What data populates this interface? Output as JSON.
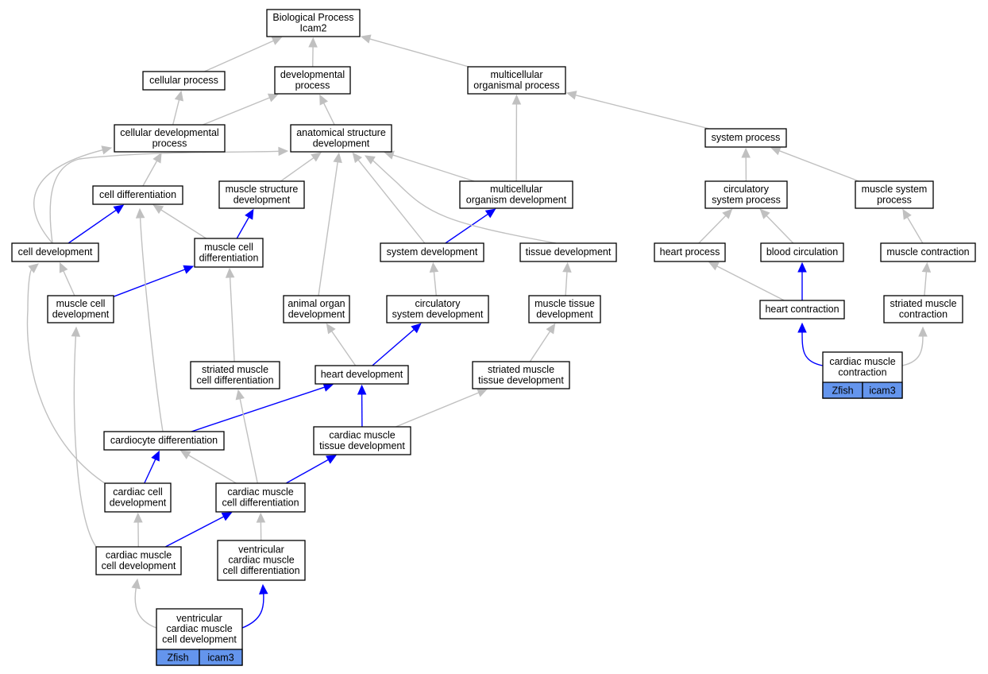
{
  "colors": {
    "edge_gray": "#c0c0c0",
    "edge_blue": "#0000ff",
    "tag_fill": "#6495ed",
    "node_border": "#000000"
  },
  "nodes": {
    "bp": {
      "lines": [
        "Biological Process",
        "Icam2"
      ]
    },
    "cellular_process": {
      "lines": [
        "cellular process"
      ]
    },
    "developmental_process": {
      "lines": [
        "developmental",
        "process"
      ]
    },
    "multicellular_organismal_process": {
      "lines": [
        "multicellular",
        "organismal process"
      ]
    },
    "cellular_developmental_process": {
      "lines": [
        "cellular developmental",
        "process"
      ]
    },
    "anatomical_structure_development": {
      "lines": [
        "anatomical structure",
        "development"
      ]
    },
    "system_process": {
      "lines": [
        "system process"
      ]
    },
    "cell_differentiation": {
      "lines": [
        "cell differentiation"
      ]
    },
    "muscle_structure_development": {
      "lines": [
        "muscle structure",
        "development"
      ]
    },
    "multicellular_organism_development": {
      "lines": [
        "multicellular",
        "organism development"
      ]
    },
    "circulatory_system_process": {
      "lines": [
        "circulatory",
        "system process"
      ]
    },
    "muscle_system_process": {
      "lines": [
        "muscle system",
        "process"
      ]
    },
    "cell_development": {
      "lines": [
        "cell development"
      ]
    },
    "muscle_cell_differentiation": {
      "lines": [
        "muscle cell",
        "differentiation"
      ]
    },
    "system_development": {
      "lines": [
        "system development"
      ]
    },
    "tissue_development": {
      "lines": [
        "tissue development"
      ]
    },
    "heart_process": {
      "lines": [
        "heart process"
      ]
    },
    "blood_circulation": {
      "lines": [
        "blood circulation"
      ]
    },
    "muscle_contraction": {
      "lines": [
        "muscle contraction"
      ]
    },
    "muscle_cell_development": {
      "lines": [
        "muscle cell",
        "development"
      ]
    },
    "animal_organ_development": {
      "lines": [
        "animal organ",
        "development"
      ]
    },
    "circulatory_system_development": {
      "lines": [
        "circulatory",
        "system development"
      ]
    },
    "muscle_tissue_development": {
      "lines": [
        "muscle tissue",
        "development"
      ]
    },
    "heart_contraction": {
      "lines": [
        "heart contraction"
      ]
    },
    "striated_muscle_contraction": {
      "lines": [
        "striated muscle",
        "contraction"
      ]
    },
    "striated_muscle_cell_differentiation": {
      "lines": [
        "striated muscle",
        "cell differentiation"
      ]
    },
    "heart_development": {
      "lines": [
        "heart development"
      ]
    },
    "striated_muscle_tissue_development": {
      "lines": [
        "striated muscle",
        "tissue development"
      ]
    },
    "cardiac_muscle_contraction": {
      "lines": [
        "cardiac muscle",
        "contraction"
      ],
      "tags": [
        "Zfish",
        "icam3"
      ]
    },
    "cardiocyte_differentiation": {
      "lines": [
        "cardiocyte differentiation"
      ]
    },
    "cardiac_muscle_tissue_development": {
      "lines": [
        "cardiac muscle",
        "tissue development"
      ]
    },
    "cardiac_cell_development": {
      "lines": [
        "cardiac cell",
        "development"
      ]
    },
    "cardiac_muscle_cell_differentiation": {
      "lines": [
        "cardiac muscle",
        "cell differentiation"
      ]
    },
    "cardiac_muscle_cell_development": {
      "lines": [
        "cardiac muscle",
        "cell development"
      ]
    },
    "ventricular_cardiac_muscle_cell_differentiation": {
      "lines": [
        "ventricular",
        "cardiac muscle",
        "cell differentiation"
      ]
    },
    "ventricular_cardiac_muscle_cell_development": {
      "lines": [
        "ventricular",
        "cardiac muscle",
        "cell development"
      ],
      "tags": [
        "Zfish",
        "icam3"
      ]
    }
  },
  "edges": [
    {
      "from": "cellular_process",
      "to": "bp",
      "color": "gray"
    },
    {
      "from": "developmental_process",
      "to": "bp",
      "color": "gray"
    },
    {
      "from": "multicellular_organismal_process",
      "to": "bp",
      "color": "gray"
    },
    {
      "from": "cellular_developmental_process",
      "to": "cellular_process",
      "color": "gray"
    },
    {
      "from": "cellular_developmental_process",
      "to": "developmental_process",
      "color": "gray"
    },
    {
      "from": "anatomical_structure_development",
      "to": "developmental_process",
      "color": "gray"
    },
    {
      "from": "system_process",
      "to": "multicellular_organismal_process",
      "color": "gray"
    },
    {
      "from": "multicellular_organism_development",
      "to": "multicellular_organismal_process",
      "color": "gray"
    },
    {
      "from": "multicellular_organism_development",
      "to": "anatomical_structure_development",
      "color": "gray"
    },
    {
      "from": "cell_differentiation",
      "to": "cellular_developmental_process",
      "color": "gray"
    },
    {
      "from": "muscle_structure_development",
      "to": "anatomical_structure_development",
      "color": "gray"
    },
    {
      "from": "circulatory_system_process",
      "to": "system_process",
      "color": "gray"
    },
    {
      "from": "muscle_system_process",
      "to": "system_process",
      "color": "gray"
    },
    {
      "from": "cell_development",
      "to": "cellular_developmental_process",
      "color": "gray"
    },
    {
      "from": "cell_development",
      "to": "anatomical_structure_development",
      "color": "gray"
    },
    {
      "from": "cell_development",
      "to": "cell_differentiation",
      "color": "blue"
    },
    {
      "from": "muscle_cell_differentiation",
      "to": "cell_differentiation",
      "color": "gray"
    },
    {
      "from": "muscle_cell_differentiation",
      "to": "muscle_structure_development",
      "color": "blue"
    },
    {
      "from": "system_development",
      "to": "anatomical_structure_development",
      "color": "gray"
    },
    {
      "from": "system_development",
      "to": "multicellular_organism_development",
      "color": "blue"
    },
    {
      "from": "tissue_development",
      "to": "anatomical_structure_development",
      "color": "gray"
    },
    {
      "from": "heart_process",
      "to": "circulatory_system_process",
      "color": "gray"
    },
    {
      "from": "blood_circulation",
      "to": "circulatory_system_process",
      "color": "gray"
    },
    {
      "from": "muscle_contraction",
      "to": "muscle_system_process",
      "color": "gray"
    },
    {
      "from": "muscle_cell_development",
      "to": "cell_development",
      "color": "gray"
    },
    {
      "from": "muscle_cell_development",
      "to": "muscle_cell_differentiation",
      "color": "blue"
    },
    {
      "from": "animal_organ_development",
      "to": "anatomical_structure_development",
      "color": "gray"
    },
    {
      "from": "circulatory_system_development",
      "to": "system_development",
      "color": "gray"
    },
    {
      "from": "muscle_tissue_development",
      "to": "tissue_development",
      "color": "gray"
    },
    {
      "from": "heart_contraction",
      "to": "heart_process",
      "color": "gray"
    },
    {
      "from": "heart_contraction",
      "to": "blood_circulation",
      "color": "blue"
    },
    {
      "from": "striated_muscle_contraction",
      "to": "muscle_contraction",
      "color": "gray"
    },
    {
      "from": "striated_muscle_cell_differentiation",
      "to": "muscle_cell_differentiation",
      "color": "gray"
    },
    {
      "from": "heart_development",
      "to": "animal_organ_development",
      "color": "gray"
    },
    {
      "from": "heart_development",
      "to": "circulatory_system_development",
      "color": "blue"
    },
    {
      "from": "striated_muscle_tissue_development",
      "to": "muscle_tissue_development",
      "color": "gray"
    },
    {
      "from": "cardiac_muscle_contraction",
      "to": "heart_contraction",
      "color": "blue"
    },
    {
      "from": "cardiac_muscle_contraction",
      "to": "striated_muscle_contraction",
      "color": "gray"
    },
    {
      "from": "cardiocyte_differentiation",
      "to": "cell_differentiation",
      "color": "gray"
    },
    {
      "from": "cardiocyte_differentiation",
      "to": "heart_development",
      "color": "blue"
    },
    {
      "from": "cardiac_muscle_tissue_development",
      "to": "heart_development",
      "color": "blue"
    },
    {
      "from": "cardiac_muscle_tissue_development",
      "to": "striated_muscle_tissue_development",
      "color": "gray"
    },
    {
      "from": "cardiac_cell_development",
      "to": "cell_development",
      "color": "gray"
    },
    {
      "from": "cardiac_cell_development",
      "to": "cardiocyte_differentiation",
      "color": "blue"
    },
    {
      "from": "cardiac_muscle_cell_differentiation",
      "to": "cardiocyte_differentiation",
      "color": "gray"
    },
    {
      "from": "cardiac_muscle_cell_differentiation",
      "to": "striated_muscle_cell_differentiation",
      "color": "gray"
    },
    {
      "from": "cardiac_muscle_cell_differentiation",
      "to": "cardiac_muscle_tissue_development",
      "color": "blue"
    },
    {
      "from": "cardiac_muscle_cell_development",
      "to": "muscle_cell_development",
      "color": "gray"
    },
    {
      "from": "cardiac_muscle_cell_development",
      "to": "cardiac_cell_development",
      "color": "gray"
    },
    {
      "from": "cardiac_muscle_cell_development",
      "to": "cardiac_muscle_cell_differentiation",
      "color": "blue"
    },
    {
      "from": "ventricular_cardiac_muscle_cell_differentiation",
      "to": "cardiac_muscle_cell_differentiation",
      "color": "gray"
    },
    {
      "from": "ventricular_cardiac_muscle_cell_development",
      "to": "cardiac_muscle_cell_development",
      "color": "gray"
    },
    {
      "from": "ventricular_cardiac_muscle_cell_development",
      "to": "ventricular_cardiac_muscle_cell_differentiation",
      "color": "blue"
    }
  ]
}
